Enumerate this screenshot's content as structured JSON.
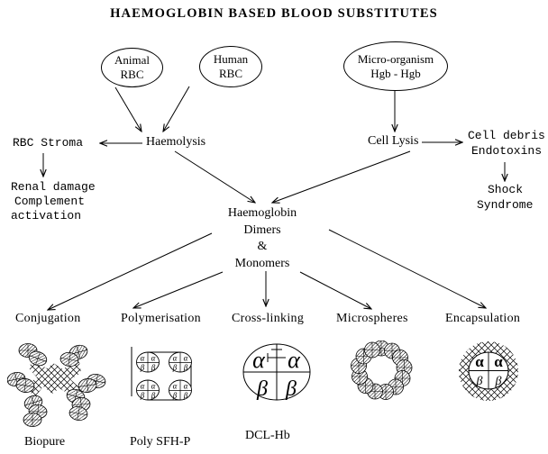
{
  "title": "HAEMOGLOBIN BASED BLOOD SUBSTITUTES",
  "colors": {
    "ink": "#000000",
    "background": "#ffffff"
  },
  "sources": {
    "animal": {
      "line1": "Animal",
      "line2": "RBC"
    },
    "human": {
      "line1": "Human",
      "line2": "RBC"
    },
    "micro": {
      "line1": "Micro-organism",
      "line2": "Hgb - Hgb"
    }
  },
  "process": {
    "haemolysis": "Haemolysis",
    "cell_lysis": "Cell Lysis"
  },
  "side_effects": {
    "rbc_stroma": "RBC Stroma",
    "renal_line1": "Renal damage",
    "renal_line2": "Complement",
    "renal_line3": "activation",
    "debris_line1": "Cell debris",
    "debris_line2": "Endotoxins",
    "shock_line1": "Shock",
    "shock_line2": "Syndrome"
  },
  "central": {
    "line1": "Haemoglobin",
    "line2": "Dimers",
    "line3": "&",
    "line4": "Monomers"
  },
  "methods": {
    "conjugation": "Conjugation",
    "polymerisation": "Polymerisation",
    "cross_linking": "Cross-linking",
    "microspheres": "Microspheres",
    "encapsulation": "Encapsulation"
  },
  "products": {
    "biopure": "Biopure",
    "poly_sfh_p": "Poly SFH-P",
    "dcl_hb": "DCL-Hb"
  },
  "greek": {
    "alpha": "α",
    "beta": "β"
  }
}
